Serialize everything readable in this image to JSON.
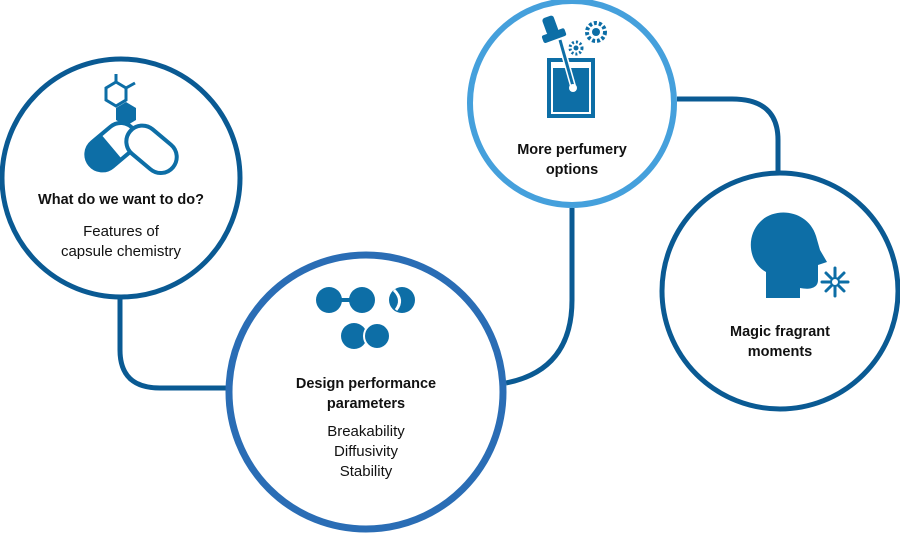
{
  "colors": {
    "dark_blue": "#0a5a93",
    "mid_blue": "#2a6db5",
    "light_blue": "#45a0dc",
    "icon_blue": "#0d6ea6",
    "text": "#111111"
  },
  "nodes": [
    {
      "id": "capsule-chemistry",
      "title": "What do we want to do?",
      "subtitle_lines": [
        "Features of",
        "capsule chemistry"
      ],
      "icon": "capsule-molecule-icon"
    },
    {
      "id": "design-performance",
      "title_lines": [
        "Design performance",
        "parameters"
      ],
      "subtitle_lines": [
        "Breakability",
        "Diffusivity",
        "Stability"
      ],
      "icon": "capsule-spheres-icon"
    },
    {
      "id": "perfumery-options",
      "title_lines": [
        "More perfumery",
        "options"
      ],
      "icon": "perfume-dropper-icon"
    },
    {
      "id": "fragrant-moments",
      "title_lines": [
        "Magic fragrant",
        "moments"
      ],
      "icon": "head-scent-icon"
    }
  ]
}
